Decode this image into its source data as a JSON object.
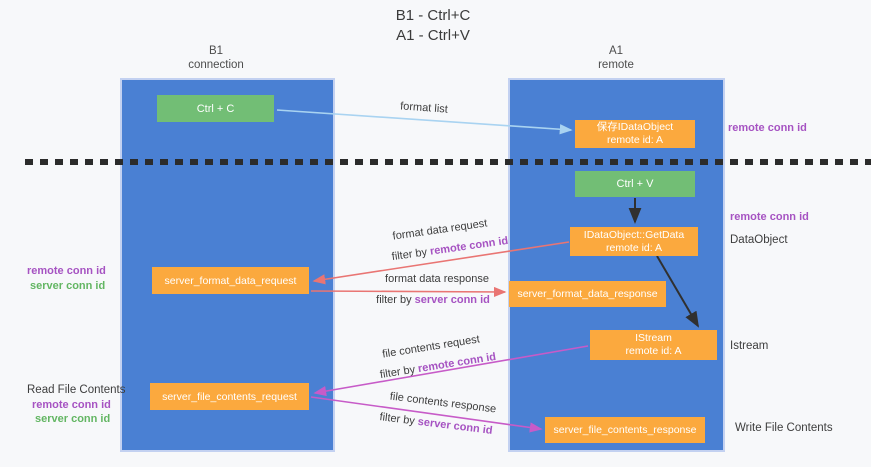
{
  "title": {
    "line1": "B1 - Ctrl+C",
    "line2": "A1 - Ctrl+V"
  },
  "lanes": {
    "left": {
      "title": "B1",
      "subtitle": "connection"
    },
    "right": {
      "title": "A1",
      "subtitle": "remote"
    }
  },
  "nodes": {
    "ctrl_c": {
      "label": "Ctrl + C"
    },
    "ctrl_v": {
      "label": "Ctrl + V"
    },
    "save_dataobject": {
      "line1": "保存IDataObject",
      "line2": "remote id: A"
    },
    "getdata": {
      "line1": "IDataObject::GetData",
      "line2": "remote id: A"
    },
    "istream": {
      "line1": "IStream",
      "line2": "remote id: A"
    },
    "server_format_data_request": {
      "label": "server_format_data_request"
    },
    "server_format_data_response": {
      "label": "server_format_data_response"
    },
    "server_file_contents_request": {
      "label": "server_file_contents_request"
    },
    "server_file_contents_response": {
      "label": "server_file_contents_response"
    }
  },
  "arrow_labels": {
    "format_list": "format list",
    "format_data_request": "format data request",
    "format_data_response": "format data response",
    "file_contents_request": "file contents request",
    "file_contents_response": "file contents response",
    "filter_by": "filter by",
    "remote_conn_id": "remote conn id",
    "server_conn_id": "server conn id"
  },
  "side_labels": {
    "right_top_conn": "remote conn id",
    "right_mid_conn": "remote conn id",
    "dataobject": "DataObject",
    "istream": "Istream",
    "write_file_contents": "Write File Contents",
    "left_format_remote": "remote conn id",
    "left_format_server": "server conn id",
    "read_file_contents": "Read File Contents",
    "left_file_remote": "remote conn id",
    "left_file_server": "server conn id"
  },
  "colors": {
    "lane_blue": "#4a80d3",
    "box_orange": "#fba93e",
    "box_green": "#72be75",
    "arrow_light_blue": "#a9d3f1",
    "arrow_red": "#e97573",
    "arrow_magenta": "#c75bc8",
    "arrow_black": "#303030",
    "highlight_purple": "#a653c2",
    "highlight_green": "#63b663"
  }
}
